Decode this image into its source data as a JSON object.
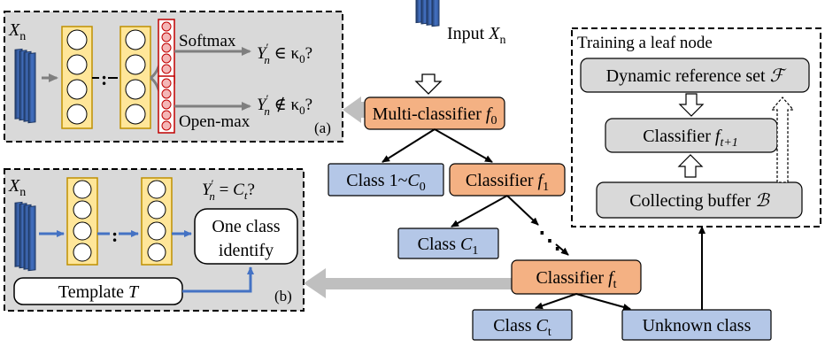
{
  "colors": {
    "panel_fill": "#d9d9d9",
    "classifier_fill": "#f4b183",
    "class_fill": "#b4c7e7",
    "leaf_box_fill": "#d9d9d9",
    "neuron_fill": "#ffe699",
    "neuron_stroke": "#bf9000",
    "softmax_stroke": "#c00000",
    "stack_fill": "#2f5597",
    "blue_arrow": "#4472c4",
    "gray_arrow": "#7f7f7f",
    "big_arrow": "#bfbfbf"
  },
  "input": {
    "label": "Input",
    "var": "X",
    "sub": "n"
  },
  "nodes": {
    "multi_classifier": {
      "label": "Multi-classifier",
      "var": "f",
      "sub": "0"
    },
    "classifier_f1": {
      "label": "Classifier",
      "var": "f",
      "sub": "1"
    },
    "classifier_ft": {
      "label": "Classifier",
      "var": "f",
      "sub": "t"
    },
    "class_1_c0": {
      "label": "Class 1~",
      "var": "C",
      "sub": "0"
    },
    "class_c1": {
      "label": "Class",
      "var": "C",
      "sub": "1"
    },
    "class_ct": {
      "label": "Class",
      "var": "C",
      "sub": "t"
    },
    "unknown_class": {
      "label": "Unknown class"
    }
  },
  "panel_a": {
    "input_var": "X",
    "input_sub": "n",
    "softmax_label": "Softmax",
    "openmax_label": "Open-max",
    "eq_in": "Y′n ∈ κ0?",
    "eq_out": "Y′n ∉ κ0?",
    "tag": "(a)"
  },
  "panel_b": {
    "input_var": "X",
    "input_sub": "n",
    "eq": "Y′n = Ct?",
    "one_class_line1": "One class",
    "one_class_line2": "identify",
    "template_label": "Template",
    "template_var": "T",
    "tag": "(b)"
  },
  "leaf_panel": {
    "title": "Training a leaf node",
    "reference_set": "Dynamic reference set",
    "reference_symbol": "ℱ",
    "classifier_label": "Classifier",
    "classifier_var": "f",
    "classifier_sub": "t+1",
    "buffer_label": "Collecting buffer",
    "buffer_symbol": "ℬ"
  },
  "ellipsis": "⋱"
}
